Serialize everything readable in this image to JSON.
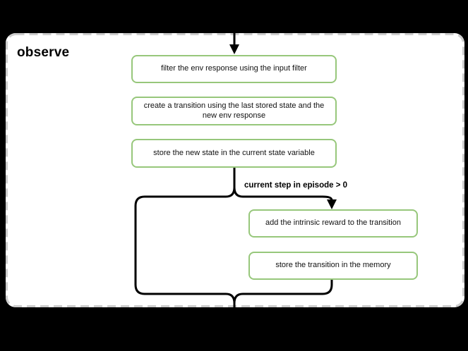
{
  "diagram": {
    "group": {
      "title": "observe"
    },
    "nodes": [
      {
        "id": "filter-env-response",
        "label": "filter the env response using the input filter"
      },
      {
        "id": "create-transition",
        "label": "create a transition using the last stored state and the new env response"
      },
      {
        "id": "store-new-state",
        "label": "store the new state in the current state variable"
      },
      {
        "id": "add-intrinsic-reward",
        "label": "add the intrinsic reward to the transition"
      },
      {
        "id": "store-transition-memory",
        "label": "store the transition in the memory"
      }
    ],
    "condition_label": "current step in episode > 0",
    "colors": {
      "background": "#000000",
      "panel_fill": "#ffffff",
      "panel_border": "#cdcdcd",
      "node_border": "#97c77b",
      "node_fill": "#ffffff",
      "connector": "#000000",
      "text": "#000000"
    }
  }
}
